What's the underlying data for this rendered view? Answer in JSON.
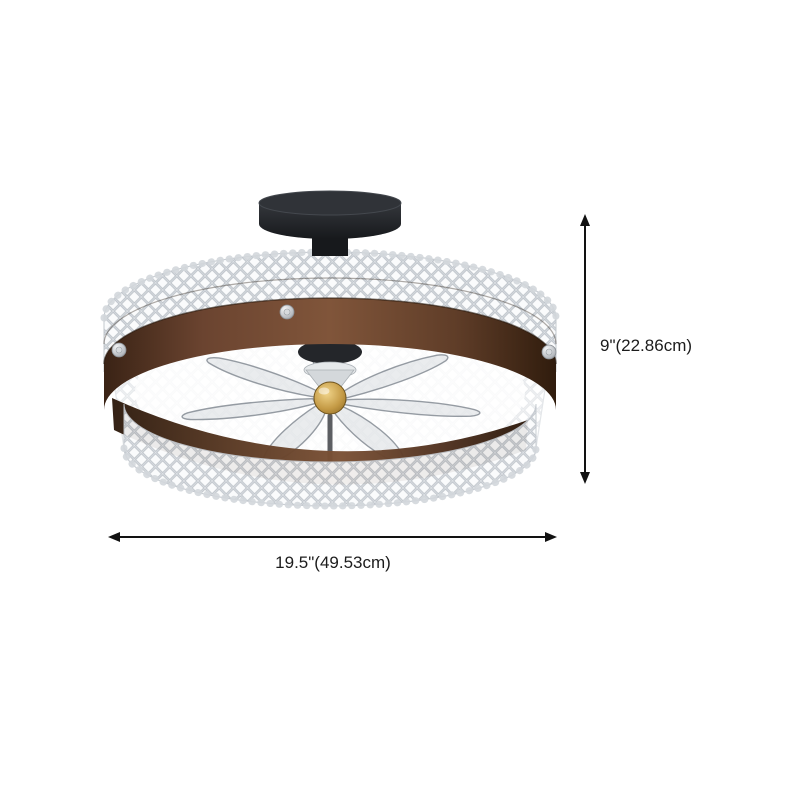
{
  "page": {
    "background": "#ffffff"
  },
  "dimensions": {
    "height_label": "9\"(22.86cm)",
    "width_label": "19.5\"(49.53cm)"
  },
  "icons": {
    "vertical_arrow": "double-headed-vertical-arrow",
    "horizontal_arrow": "double-headed-horizontal-arrow"
  },
  "product": {
    "type": "flush-mount-ceiling-fan-light",
    "colors": {
      "canopy_black": "#1d1f22",
      "wood_band_brown": "#6b4430",
      "hub_gold": "#c49a45",
      "crystal_texture_gray": "#c7ccd2",
      "blade_clear": "#d7dadd",
      "annotation_black": "#121212"
    }
  }
}
